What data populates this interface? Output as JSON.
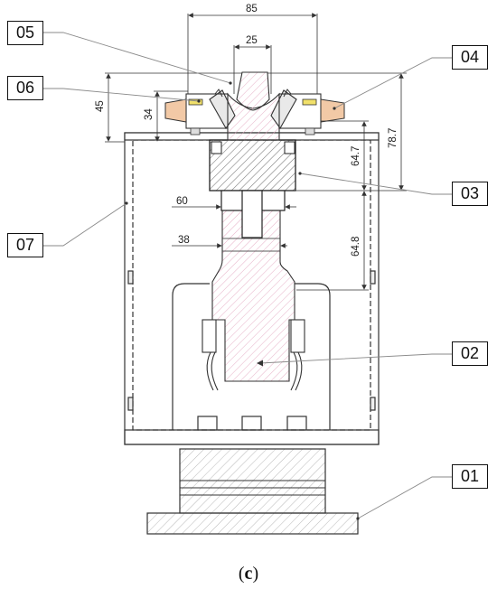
{
  "labels": {
    "l01": "01",
    "l02": "02",
    "l03": "03",
    "l04": "04",
    "l05": "05",
    "l06": "06",
    "l07": "07"
  },
  "dimensions": {
    "d85": "85",
    "d25": "25",
    "d45": "45",
    "d34": "34",
    "d60": "60",
    "d38": "38",
    "d64_7": "64.7",
    "d64_8": "64.8",
    "d78_7": "78.7"
  },
  "caption": {
    "open": "(",
    "letter": "c",
    "close": ")"
  },
  "colors": {
    "line": "#222222",
    "hatch_pink": "#e3a6c0",
    "pad_tan": "#f2c9a6",
    "spring_yellow": "#f1e06a",
    "leader": "#8a8a8a"
  }
}
